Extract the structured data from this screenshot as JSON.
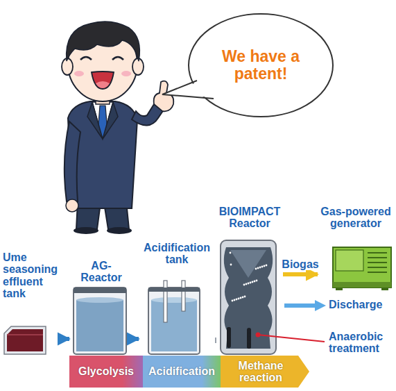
{
  "diagram": {
    "nodes": [
      {
        "text": [
          "We have a patent!"
        ]
      },
      {
        "text": [
          "Ume seasoning effluent tank"
        ]
      },
      {
        "text": [
          "AG-Reactor"
        ]
      },
      {
        "text": [
          "Acidification tank"
        ]
      },
      {
        "text": [
          "BIOIMPACT Reactor"
        ]
      },
      {
        "text": [
          "Gas-powered generator"
        ]
      },
      {
        "text": [
          "Glycolysis"
        ]
      },
      {
        "text": [
          "Acidification"
        ]
      },
      {
        "text": [
          "Methane reaction"
        ]
      }
    ],
    "edges": [
      {
        "from": 1,
        "to": 2,
        "arrow": "to"
      },
      {
        "from": 2,
        "to": 3,
        "arrow": "to"
      },
      {
        "from": 3,
        "to": 4,
        "arrow": "none"
      },
      {
        "from": 4,
        "to": 5,
        "label": "Biogas",
        "arrow": "to"
      }
    ],
    "labels": [
      "Discharge",
      "Anaerobic treatment"
    ]
  }
}
